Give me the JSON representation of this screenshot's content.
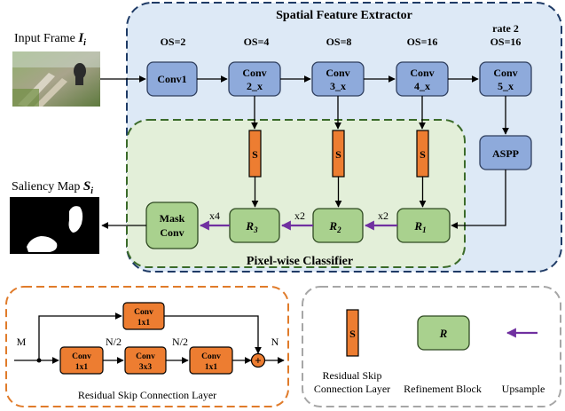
{
  "spatial_extractor": {
    "title": "Spatial Feature Extractor",
    "os": [
      "OS=2",
      "OS=4",
      "OS=8",
      "OS=16"
    ],
    "rate": "rate 2",
    "os_last": "OS=16",
    "blocks": [
      {
        "line1": "Conv1",
        "line2": ""
      },
      {
        "line1": "Conv",
        "line2": "2_x"
      },
      {
        "line1": "Conv",
        "line2": "3_x"
      },
      {
        "line1": "Conv",
        "line2": "4_x"
      },
      {
        "line1": "Conv",
        "line2": "5_x"
      }
    ],
    "aspp": "ASPP"
  },
  "input": {
    "label": "Input Frame",
    "symbol": "I",
    "subscript": "i"
  },
  "saliency": {
    "label": "Saliency Map",
    "symbol": "S",
    "subscript": "i"
  },
  "classifier": {
    "title": "Pixel-wise Classifier",
    "s_label": "S",
    "refine": [
      {
        "symbol": "R",
        "sub": "3"
      },
      {
        "symbol": "R",
        "sub": "2"
      },
      {
        "symbol": "R",
        "sub": "1"
      }
    ],
    "mask": {
      "line1": "Mask",
      "line2": "Conv"
    },
    "upsample": [
      "x4",
      "x2",
      "x2"
    ]
  },
  "residual": {
    "caption": "Residual Skip Connection Layer",
    "input": "M",
    "output": "N",
    "half_a": "N/2",
    "half_b": "N/2",
    "top_conv": {
      "line1": "Conv",
      "line2": "1x1"
    },
    "convs": [
      {
        "line1": "Conv",
        "line2": "1x1"
      },
      {
        "line1": "Conv",
        "line2": "3x3"
      },
      {
        "line1": "Conv",
        "line2": "1x1"
      }
    ],
    "plus": "+"
  },
  "legend": {
    "s_label": "S",
    "r_label": "R",
    "residual_line1": "Residual Skip",
    "residual_line2": "Connection Layer",
    "refinement": "Refinement Block",
    "upsample": "Upsample"
  },
  "colors": {
    "blue_bg": "#dde9f6",
    "blue_border": "#1f3b66",
    "green_bg": "#e3efd9",
    "green_border": "#3b6b2a",
    "conv_blue": "#8eaadb",
    "refine_green": "#a9d18e",
    "orange": "#ed7d31",
    "orange_border": "#e07b2a",
    "gray_border": "#a6a6a6",
    "purple": "#7030a0"
  }
}
